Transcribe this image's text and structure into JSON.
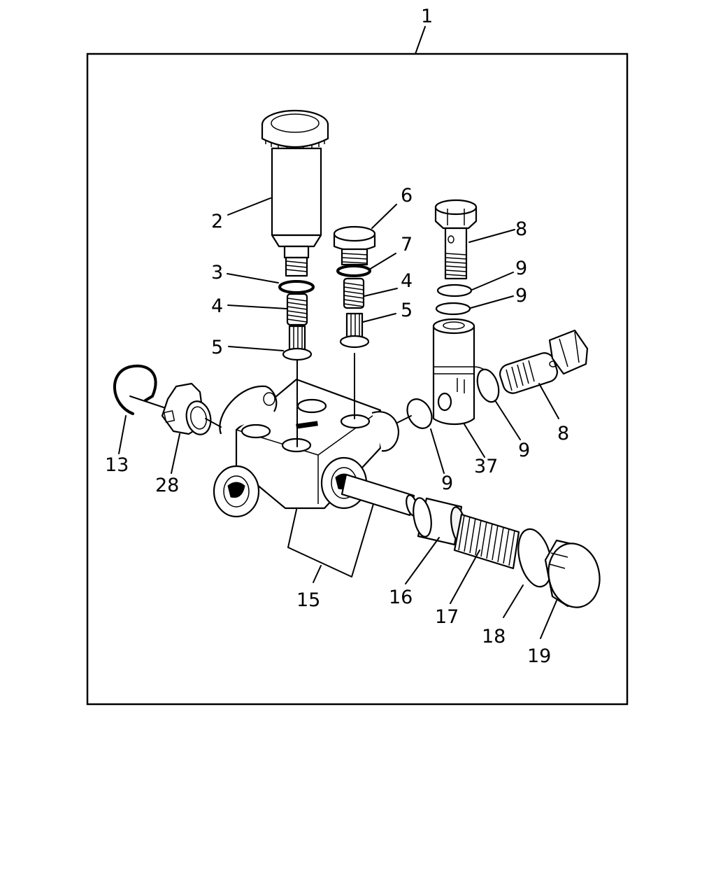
{
  "callouts": {
    "c1": "1",
    "c2": "2",
    "c3": "3",
    "c4a": "4",
    "c4b": "4",
    "c5a": "5",
    "c5b": "5",
    "c6": "6",
    "c7": "7",
    "c8a": "8",
    "c8b": "8",
    "c9a": "9",
    "c9b": "9",
    "c9c": "9",
    "c9d": "9",
    "c13": "13",
    "c15": "15",
    "c16": "16",
    "c17": "17",
    "c18": "18",
    "c19": "19",
    "c28": "28",
    "c37": "37"
  }
}
